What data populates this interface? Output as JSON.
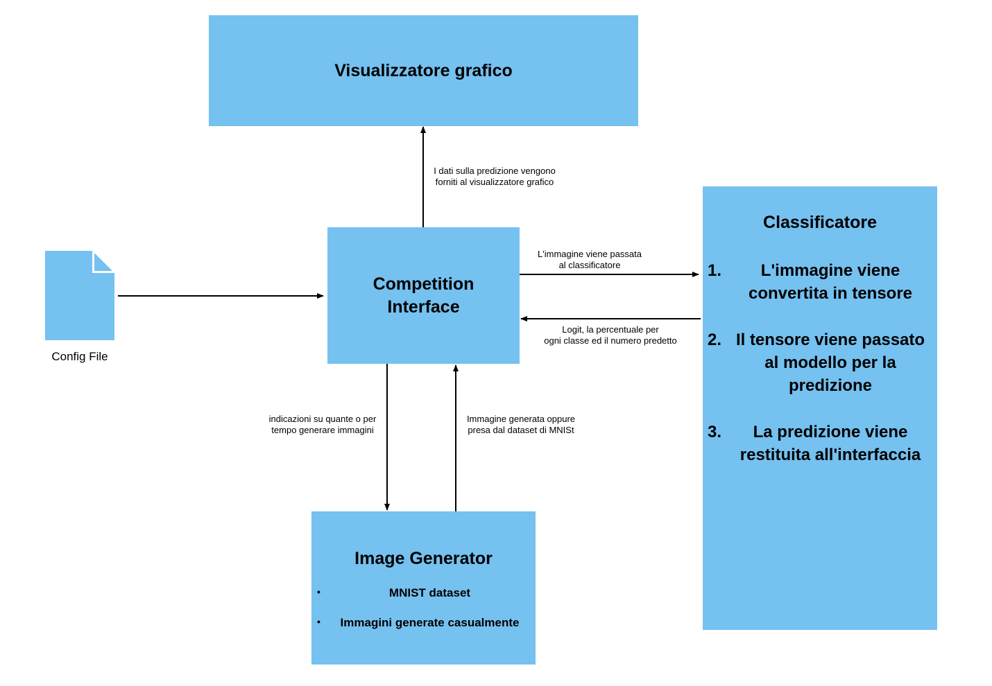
{
  "nodes": {
    "visualizer": {
      "title": "Visualizzatore grafico"
    },
    "interface": {
      "title_line1": "Competition",
      "title_line2": "Interface"
    },
    "classifier": {
      "title": "Classificatore",
      "steps": [
        {
          "num": "1.",
          "text": "L'immagine viene convertita in tensore"
        },
        {
          "num": "2.",
          "text": "Il tensore viene passato al modello per la predizione"
        },
        {
          "num": "3.",
          "text": "La predizione viene restituita all'interfaccia"
        }
      ]
    },
    "generator": {
      "title": "Image Generator",
      "bullet": "•",
      "items": [
        "MNIST dataset",
        "Immagini generate casualmente"
      ]
    },
    "config": {
      "label": "Config File"
    }
  },
  "edges": {
    "to_visualizer": {
      "line1": "I dati sulla predizione vengono",
      "line2": "forniti al visualizzatore grafico"
    },
    "to_classifier": {
      "line1": "L'immagine viene passata",
      "line2": "al classificatore"
    },
    "from_classifier": {
      "line1": "Logit, la percentuale per",
      "line2": "ogni classe ed il numero predetto"
    },
    "to_generator": {
      "line1": "indicazioni su quante o per",
      "line2": "tempo generare immagini"
    },
    "from_generator": {
      "line1": "Immagine generata oppure",
      "line2": "presa dal dataset di MNISt"
    }
  },
  "colors": {
    "box_fill": "#75C1F0",
    "line": "#000000"
  }
}
